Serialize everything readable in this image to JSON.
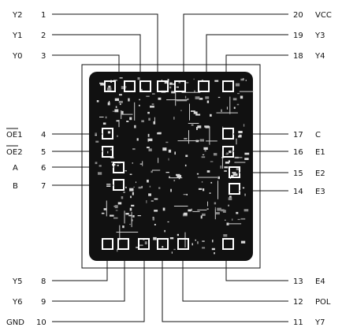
{
  "pins": [
    {
      "num": "1",
      "label": "Y2"
    },
    {
      "num": "2",
      "label": "Y1"
    },
    {
      "num": "3",
      "label": "Y0"
    },
    {
      "num": "4",
      "label": "OE1"
    },
    {
      "num": "5",
      "label": "OE2"
    },
    {
      "num": "6",
      "label": "A"
    },
    {
      "num": "7",
      "label": "B"
    },
    {
      "num": "8",
      "label": "Y5"
    },
    {
      "num": "9",
      "label": "Y6"
    },
    {
      "num": "10",
      "label": "GND"
    },
    {
      "num": "11",
      "label": "Y7"
    },
    {
      "num": "12",
      "label": "POL"
    },
    {
      "num": "13",
      "label": "E4"
    },
    {
      "num": "14",
      "label": "E3"
    },
    {
      "num": "15",
      "label": "E2"
    },
    {
      "num": "16",
      "label": "E1"
    },
    {
      "num": "17",
      "label": "C"
    },
    {
      "num": "18",
      "label": "Y4"
    },
    {
      "num": "19",
      "label": "Y3"
    },
    {
      "num": "20",
      "label": "VCC"
    }
  ]
}
